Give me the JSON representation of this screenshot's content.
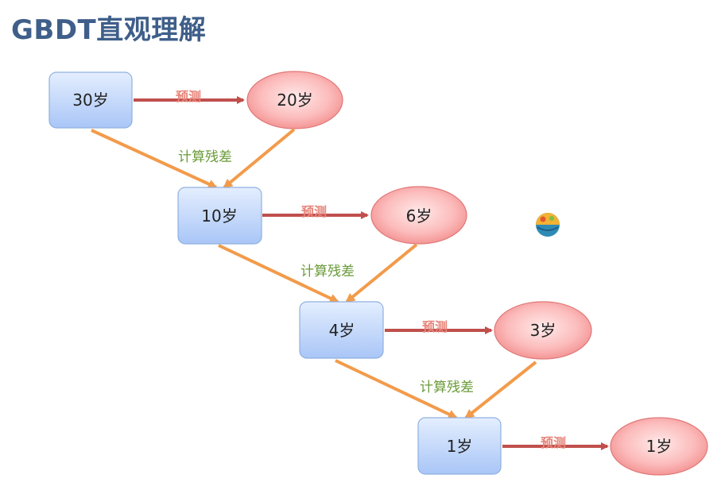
{
  "title": "GBDT直观理解",
  "predict_label": "预测",
  "residual_label": "计算残差",
  "rows": [
    {
      "target": "30岁",
      "prediction": "20岁"
    },
    {
      "target": "10岁",
      "prediction": "6岁"
    },
    {
      "target": "4岁",
      "prediction": "3岁"
    },
    {
      "target": "1岁",
      "prediction": "1岁"
    }
  ],
  "colors": {
    "title": "#3f5f8a",
    "box_top": "#e4eefe",
    "box_bottom": "#a9c6f7",
    "ellipse_center": "#ffe8e8",
    "ellipse_edge": "#f48d8d",
    "predict_arrow": "#c0504d",
    "residual_arrow": "#f29b4b",
    "predict_text": "#e7857a",
    "residual_text": "#6a9b3a"
  }
}
